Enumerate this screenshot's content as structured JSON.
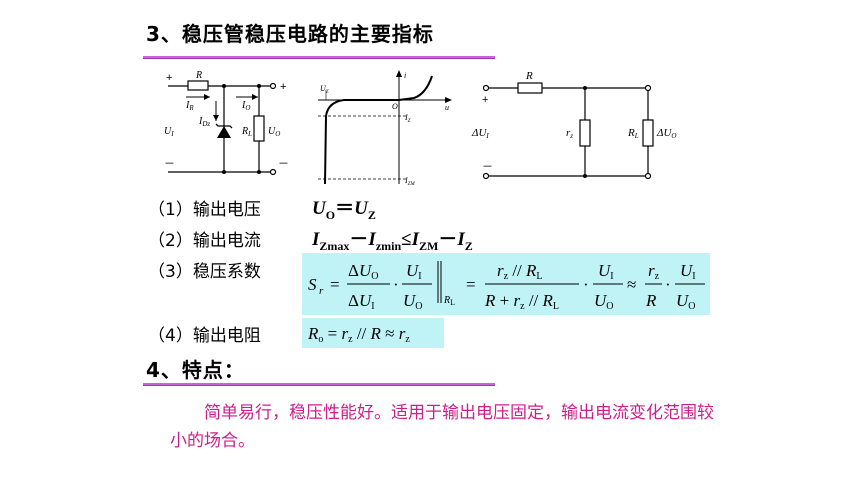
{
  "heading3": "3、稳压管稳压电路的主要指标",
  "heading4": "4、特点：",
  "items": [
    {
      "label": "（1）输出电压"
    },
    {
      "label": "（2）输出电流"
    },
    {
      "label": "（3）稳压系数"
    },
    {
      "label": "（4）输出电阻"
    }
  ],
  "formulas": {
    "f1_main": "U",
    "f1_sub1": "O",
    "f1_eq": "＝",
    "f1_u2": "U",
    "f1_sub2": "Z",
    "f2_a": "I",
    "f2_a_sub": "Zmax",
    "f2_minus": "－",
    "f2_b": "I",
    "f2_b_sub": "zmin",
    "f2_le": "≤",
    "f2_c": "I",
    "f2_c_sub": "ZM",
    "f2_minus2": "－",
    "f2_d": "I",
    "f2_d_sub": "Z"
  },
  "circuit1": {
    "R": "R",
    "IR": "I",
    "IR_sub": "R",
    "IO": "I",
    "IO_sub": "O",
    "IDz": "I",
    "IDz_sub": "Dz",
    "UI": "U",
    "UI_sub": "I",
    "RL": "R",
    "RL_sub": "L",
    "UO": "U",
    "UO_sub": "O",
    "plus": "+",
    "minus": "－"
  },
  "graph": {
    "i": "i",
    "u": "u",
    "UZ": "U",
    "UZ_sub": "Z",
    "O": "O",
    "IZ": "I",
    "IZ_sub": "Z",
    "IZM": "I",
    "IZM_sub": "ZM"
  },
  "circuit2": {
    "R": "R",
    "dUI": "ΔU",
    "dUI_sub": "I",
    "rz": "r",
    "rz_sub": "z",
    "RL": "R",
    "RL_sub": "L",
    "dUO": "ΔU",
    "dUO_sub": "O",
    "plus": "+",
    "minus": "－"
  },
  "note": "　　简单易行，稳压性能好。适用于输出电压固定，输出电流变化范围较小的场合。",
  "colors": {
    "rule": "#c864d8",
    "formula_bg": "#bff3f6",
    "note": "#cc1f8c"
  }
}
